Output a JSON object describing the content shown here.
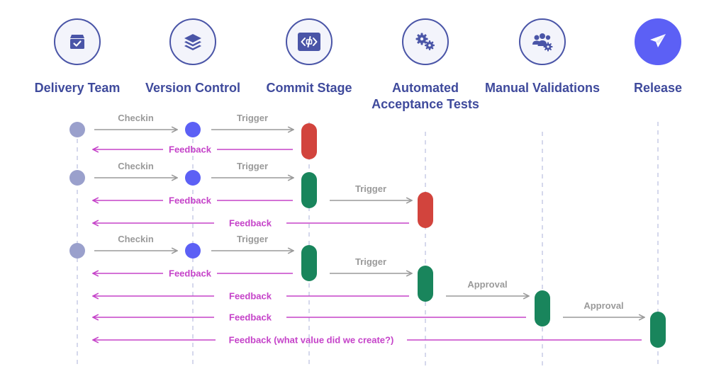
{
  "lanes": [
    {
      "id": "delivery",
      "title": "Delivery Team",
      "icon": "box-check-icon"
    },
    {
      "id": "vcs",
      "title": "Version Control",
      "icon": "layers-icon"
    },
    {
      "id": "commit",
      "title": "Commit Stage",
      "icon": "code-icon"
    },
    {
      "id": "acceptance",
      "title": "Automated Acceptance Tests",
      "icon": "gears-icon"
    },
    {
      "id": "manual",
      "title": "Manual Validations",
      "icon": "users-gear-icon"
    },
    {
      "id": "release",
      "title": "Release",
      "icon": "paper-plane-icon"
    }
  ],
  "colors": {
    "lane_title": "#3f4a9c",
    "forward_arrow": "#9a9a9a",
    "feedback": "#c543c9",
    "success": "#19855c",
    "failure": "#d2443d",
    "dev_dot": "#9aa0cc",
    "vcs_dot": "#5c60f5",
    "accent": "#5c60f5"
  },
  "flows": [
    {
      "dots": true,
      "messages": [
        {
          "from": "delivery",
          "to": "vcs",
          "label": "Checkin",
          "kind": "forward"
        },
        {
          "from": "vcs",
          "to": "commit",
          "label": "Trigger",
          "kind": "forward"
        },
        {
          "from": "commit",
          "to": "delivery",
          "label": "Feedback",
          "kind": "feedback"
        }
      ],
      "activations": [
        {
          "lane": "commit",
          "status": "failure"
        }
      ]
    },
    {
      "dots": true,
      "messages": [
        {
          "from": "delivery",
          "to": "vcs",
          "label": "Checkin",
          "kind": "forward"
        },
        {
          "from": "vcs",
          "to": "commit",
          "label": "Trigger",
          "kind": "forward"
        },
        {
          "from": "commit",
          "to": "delivery",
          "label": "Feedback",
          "kind": "feedback"
        },
        {
          "from": "commit",
          "to": "acceptance",
          "label": "Trigger",
          "kind": "forward"
        },
        {
          "from": "acceptance",
          "to": "delivery",
          "label": "Feedback",
          "kind": "feedback"
        }
      ],
      "activations": [
        {
          "lane": "commit",
          "status": "success"
        },
        {
          "lane": "acceptance",
          "status": "failure"
        }
      ]
    },
    {
      "dots": true,
      "messages": [
        {
          "from": "delivery",
          "to": "vcs",
          "label": "Checkin",
          "kind": "forward"
        },
        {
          "from": "vcs",
          "to": "commit",
          "label": "Trigger",
          "kind": "forward"
        },
        {
          "from": "commit",
          "to": "delivery",
          "label": "Feedback",
          "kind": "feedback"
        },
        {
          "from": "commit",
          "to": "acceptance",
          "label": "Trigger",
          "kind": "forward"
        },
        {
          "from": "acceptance",
          "to": "delivery",
          "label": "Feedback",
          "kind": "feedback"
        },
        {
          "from": "acceptance",
          "to": "manual",
          "label": "Approval",
          "kind": "forward"
        },
        {
          "from": "manual",
          "to": "delivery",
          "label": "Feedback",
          "kind": "feedback"
        },
        {
          "from": "manual",
          "to": "release",
          "label": "Approval",
          "kind": "forward"
        },
        {
          "from": "release",
          "to": "delivery",
          "label": "Feedback (what value did we create?)",
          "kind": "feedback"
        }
      ],
      "activations": [
        {
          "lane": "commit",
          "status": "success"
        },
        {
          "lane": "acceptance",
          "status": "success"
        },
        {
          "lane": "manual",
          "status": "success"
        },
        {
          "lane": "release",
          "status": "success"
        }
      ]
    }
  ]
}
